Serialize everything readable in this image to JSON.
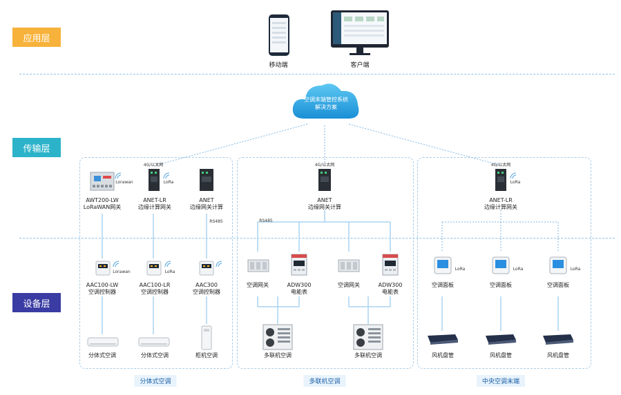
{
  "layers": {
    "app": "应用层",
    "transport": "传输层",
    "device": "设备层"
  },
  "app": {
    "mobile": "移动端",
    "client": "客户端"
  },
  "cloud": {
    "line1": "空调末端管控系统",
    "line2": "解决方案"
  },
  "net": {
    "label": "4G/以太网"
  },
  "gateways": {
    "awt_name": "AWT200-LW",
    "awt_sub": "LoRaWAN网关",
    "awt_tag": "Lorawan",
    "anetlr_name": "ANET-LR",
    "anetlr_sub": "边缘计算网关",
    "anetlr_tag": "LoRa",
    "anet_name": "ANET",
    "anet_sub": "边缘网关计算",
    "anet2_name": "ANET",
    "anet2_sub": "边缘网关计算",
    "anetlr2_name": "ANET-LR",
    "anetlr2_sub": "边缘计算网关",
    "anetlr2_tag": "LoRa"
  },
  "rs485": {
    "a": "RS485",
    "b": "RS485"
  },
  "controllers": {
    "c1_name": "AAC100-LW",
    "c1_sub": "空调控制器",
    "c1_tag": "Lorawan",
    "c2_name": "AAC100-LR",
    "c2_sub": "空调控制器",
    "c2_tag": "LoRa",
    "c3_name": "AAC300",
    "c3_sub": "空调控制器"
  },
  "multi": {
    "gw1": "空调网关",
    "meter1_name": "ADW300",
    "meter1_sub": "电能表",
    "gw2": "空调网关",
    "meter2_name": "ADW300",
    "meter2_sub": "电能表"
  },
  "panels": {
    "p1": "空调面板",
    "p2": "空调面板",
    "p3": "空调面板",
    "tag": "LoRa"
  },
  "units": {
    "u1": "分体式空调",
    "u2": "分体式空调",
    "u3": "柜机空调",
    "u4": "多联机空调",
    "u5": "多联机空调",
    "u6": "风机盘管",
    "u7": "风机盘管",
    "u8": "风机盘管"
  },
  "captions": {
    "split": "分体式空调",
    "multi": "多联机空调",
    "central": "中央空调末端"
  }
}
